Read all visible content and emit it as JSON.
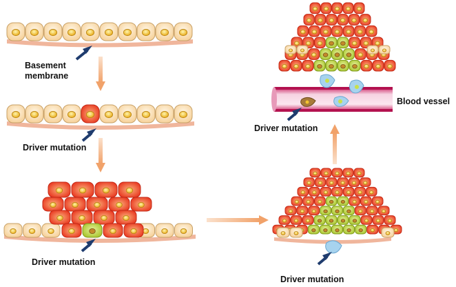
{
  "labels": {
    "basement_membrane_line1": "Basement",
    "basement_membrane_line2": "membrane",
    "driver_mutation_1": "Driver mutation",
    "driver_mutation_2": "Driver mutation",
    "driver_mutation_3": "Driver mutation",
    "driver_mutation_4": "Driver mutation",
    "blood_vessel": "Blood vessel"
  },
  "colors": {
    "normal_cell": "#fce2b4",
    "normal_cell_edge": "#c7a066",
    "nucleus": "#f5c431",
    "mutant_cell": "#f0442a",
    "mutant_cell_light": "#f7955f",
    "invasive_cell": "#b9d43a",
    "membrane": "#f0b69c",
    "vessel": "#d61f6a",
    "flow_arrow": "#f4b383",
    "pointer_arrow": "#1f3c6e"
  },
  "stages": [
    "normal-epithelium",
    "single-driver-mutation",
    "hyperplasia",
    "invasive-tumor",
    "intravasation-metastasis"
  ]
}
